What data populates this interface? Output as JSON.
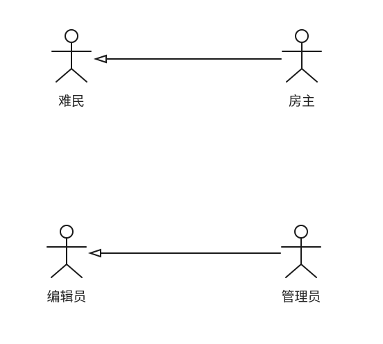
{
  "diagram": {
    "type": "use-case-generalization",
    "actors": [
      {
        "id": "refugee",
        "label": "难民"
      },
      {
        "id": "host",
        "label": "房主"
      },
      {
        "id": "editor",
        "label": "编辑员"
      },
      {
        "id": "admin",
        "label": "管理员"
      }
    ],
    "relations": [
      {
        "from": "host",
        "to": "refugee",
        "kind": "generalization"
      },
      {
        "from": "admin",
        "to": "editor",
        "kind": "generalization"
      }
    ],
    "colors": {
      "line": "#1a1a1a",
      "text": "#222222",
      "background": "#ffffff"
    }
  }
}
